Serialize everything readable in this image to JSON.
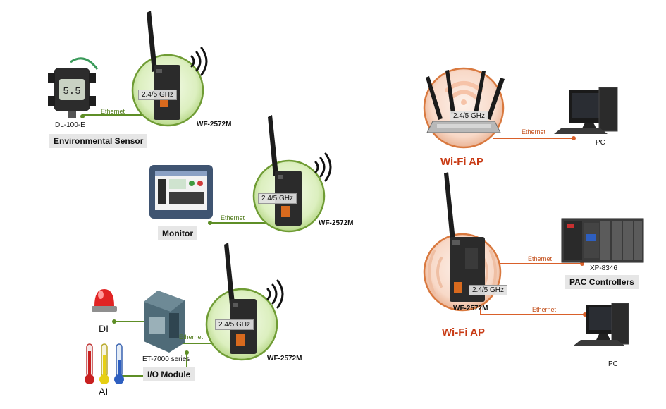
{
  "labels": {
    "wf_model": "WF-2572M",
    "band": "2.4/5 GHz",
    "ethernet": "Ethernet",
    "dl100e": "DL-100-E",
    "environmental_sensor": "Environmental Sensor",
    "monitor": "Monitor",
    "et7000": "ET-7000 series",
    "io_module": "I/O Module",
    "di": "DI",
    "ai": "AI",
    "wifi_ap": "Wi-Fi AP",
    "pc": "PC",
    "xp8346": "XP-8346",
    "pac_controllers": "PAC Controllers",
    "sensor_display": "5.5"
  },
  "colors": {
    "green_link": "#5e8e26",
    "orange_link": "#d9602a",
    "green_circle": "#dff2c4",
    "orange_circle": "#f8dccd"
  }
}
